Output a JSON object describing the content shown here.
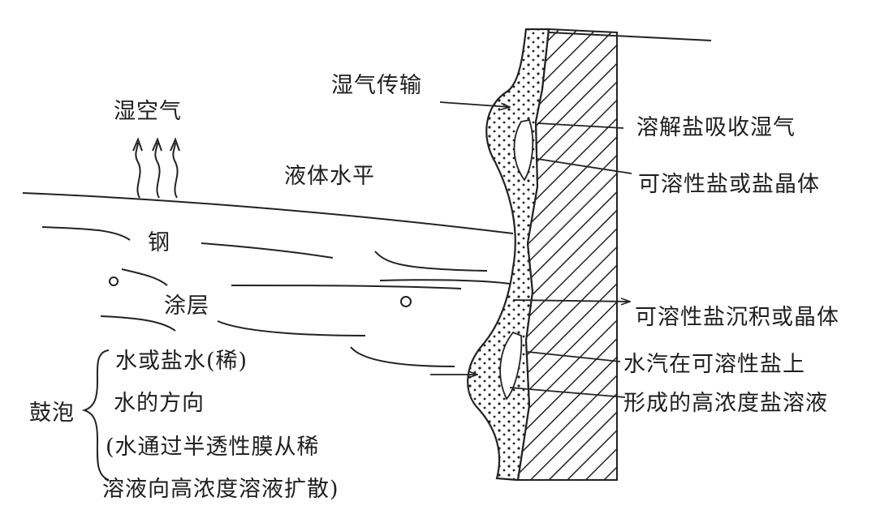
{
  "labels": {
    "humid_air": "湿空气",
    "moisture_transport": "湿气传输",
    "liquid_level": "液体水平",
    "steel": "钢",
    "coating": "涂层",
    "salt_absorbs_moisture": "溶解盐吸收湿气",
    "soluble_salt_or_crystal": "可溶性盐或盐晶体",
    "soluble_salt_deposit": "可溶性盐沉积或晶体",
    "vapor_on_salt": "水汽在可溶性盐上",
    "concentrated_solution": "形成的高浓度盐溶液",
    "blister": "鼓泡",
    "water_or_brine": "水或盐水(稀)",
    "water_direction": "水的方向",
    "osmosis_line1": "(水通过半透性膜从稀",
    "osmosis_line2": "溶液向高浓度溶液扩散)"
  },
  "colors": {
    "ink": "#222222",
    "background": "#ffffff"
  }
}
